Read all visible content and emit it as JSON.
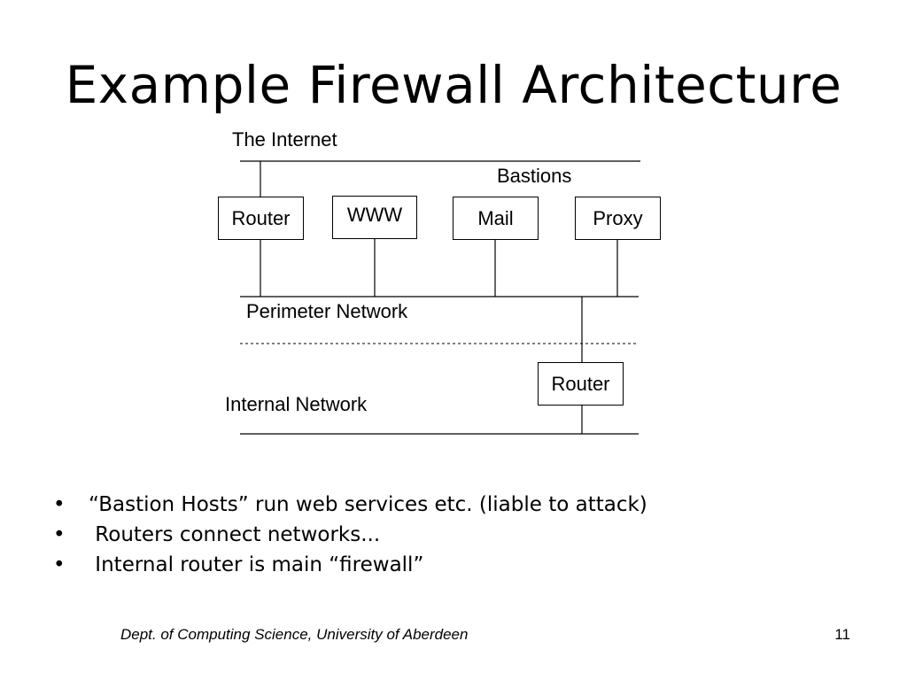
{
  "slide": {
    "title": "Example Firewall Architecture",
    "footer": "Dept. of Computing Science, University of Aberdeen",
    "page_number": "11"
  },
  "diagram": {
    "internet_label": "The Internet",
    "bastions_label": "Bastions",
    "perimeter_label": "Perimeter Network",
    "internal_label": "Internal Network",
    "nodes": {
      "outer_router": "Router",
      "www": "WWW",
      "mail": "Mail",
      "proxy": "Proxy",
      "inner_router": "Router"
    }
  },
  "bullets": [
    {
      "marker": "•",
      "text": "“Bastion Hosts” run web services etc. (liable to attack)"
    },
    {
      "marker": "•",
      "text": " Routers connect networks..."
    },
    {
      "marker": "•",
      "text": " Internal router is main “firewall”"
    }
  ]
}
